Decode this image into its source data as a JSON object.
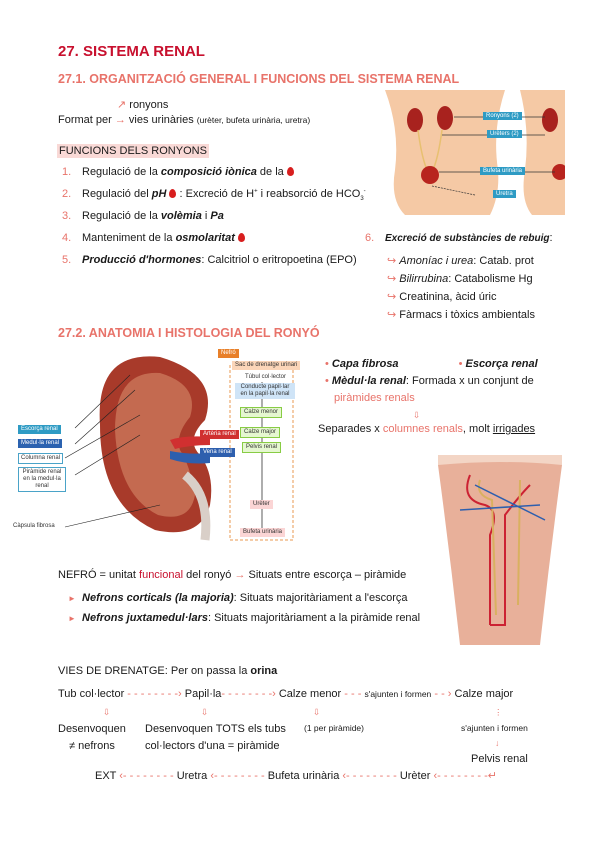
{
  "title": "27. SISTEMA RENAL",
  "s1": {
    "title": "27.1. ORGANITZACIÓ GENERAL I FUNCIONS DEL SISTEMA RENAL",
    "branch_top": "ronyons",
    "format_per": "Format per",
    "branch_bottom": "vies urinàries",
    "branch_note": "(urèter, bufeta urinària, uretra)",
    "functions_title": "FUNCIONS DELS RONYONS",
    "f1": {
      "n": "1.",
      "a": "Regulació de la ",
      "b": "composició iònica",
      "c": " de la"
    },
    "f2": {
      "n": "2.",
      "a": "Regulació del ",
      "b": "pH",
      "c": " : Excreció de H",
      "sup": "+",
      "d": " i reabsorció de HCO",
      "sub": "3",
      "sup2": "-"
    },
    "f3": {
      "n": "3.",
      "a": "Regulació de la ",
      "b": "volèmia",
      "c": " i ",
      "d": "Pa"
    },
    "f4": {
      "n": "4.",
      "a": "Manteniment de la ",
      "b": "osmolaritat"
    },
    "f5": {
      "n": "5.",
      "b": "Producció d'hormones",
      "c": ": Calcitriol o eritropoetina (EPO)"
    },
    "f6": {
      "n": "6.",
      "b": "Excreció de substàncies de rebuig",
      "c": ":",
      "items": [
        {
          "i": "Amoníac i urea",
          "t": ": Catab. prot"
        },
        {
          "i": "Bilirrubina",
          "t": ": Catabolisme Hg"
        },
        {
          "i": "",
          "t": "Creatinina, àcid úric"
        },
        {
          "i": "",
          "t": "Fàrmacs i tòxics ambientals"
        }
      ]
    },
    "body_labels": [
      "Ronyons (2)",
      "Urèters (2)",
      "Bufeta urinària",
      "Uretra"
    ]
  },
  "s2": {
    "title": "27.2. ANATOMIA I HISTOLOGIA DEL RONYÓ",
    "kidney_labels": {
      "nefro": "Nefró",
      "sac": "Sac de drenatge urinari",
      "tubul": "Túbul col·lector",
      "conducte": "Conducte papil·lar en la papil·la renal",
      "calze_menor": "Calze menor",
      "calze_major": "Calze major",
      "pelvis": "Pelvis renal",
      "arteria": "Artèria renal",
      "vena": "Vena renal",
      "escorca": "Escorça renal",
      "medulla": "Medul·la renal",
      "columna": "Columna renal",
      "piramide": "Piràmide renal en la medul·la renal",
      "capsula": "Càpsula fibrosa",
      "ureter": "Urèter",
      "bufeta": "Bufeta urinària"
    },
    "b1": "Capa fibrosa",
    "b2": "Escorça renal",
    "b3": "Mèdul·la renal",
    "b3t": ": Formada x un conjunt de",
    "b3r": "piràmides renals",
    "sep_a": "Separades x ",
    "sep_r": "columnes renals",
    "sep_b": ", molt ",
    "sep_u": "irrigades",
    "nefro": {
      "a": "NEFRÓ = unitat ",
      "r": "funcional",
      "b": " del ronyó",
      "c": "Situats entre escorça – piràmide"
    },
    "n1": {
      "b": "Nefrons corticals (la majoria)",
      "t": ": Situats majoritàriament a l'escorça"
    },
    "n2": {
      "b": "Nefrons juxtamedul·lars",
      "t": ": Situats majoritàriament a la piràmide renal"
    }
  },
  "vies": {
    "title_a": "VIES DE DRENATGE: Per on passa la ",
    "title_b": "orina",
    "tub": "Tub col·lector",
    "papilla": "Papil·la",
    "calze_menor": "Calze menor",
    "ajunten1": "s'ajunten i formen",
    "calze_major": "Calze major",
    "desenv1a": "Desenvoquen",
    "desenv1b": "≠ nefrons",
    "desenv2a": "Desenvoquen TOTS els tubs",
    "desenv2b": "col·lectors d'una = piràmide",
    "per_piramide": "(1 per piràmide)",
    "ajunten2": "s'ajunten i formen",
    "pelvis": "Pelvis renal",
    "ext": "EXT",
    "uretra": "Uretra",
    "bufeta": "Bufeta urinària",
    "ureter": "Urèter"
  },
  "colors": {
    "title": "#c8102e",
    "accent": "#e8736a",
    "label_blue": "#2e9bc4"
  }
}
